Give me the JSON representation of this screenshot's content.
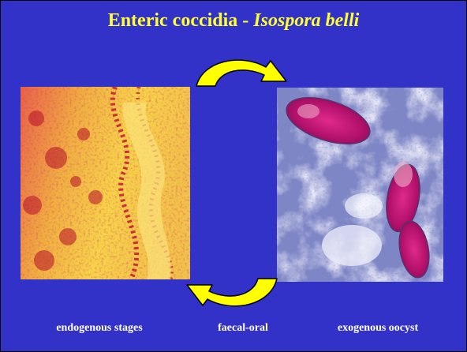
{
  "slide": {
    "title_main": "Enteric coccidia - ",
    "title_italic": "Isospora belli",
    "captions": {
      "left": "endogenous stages",
      "middle": "faecal-oral",
      "right": "exogenous oocyst"
    }
  },
  "colors": {
    "background": "#3232c8",
    "title": "#ffff33",
    "caption": "#ffffff",
    "arrow_fill": "#ffff00",
    "arrow_outline": "#000000"
  },
  "icons": {
    "cycle_arrow_top": "curved-arrow-icon",
    "cycle_arrow_bottom": "curved-arrow-icon"
  }
}
